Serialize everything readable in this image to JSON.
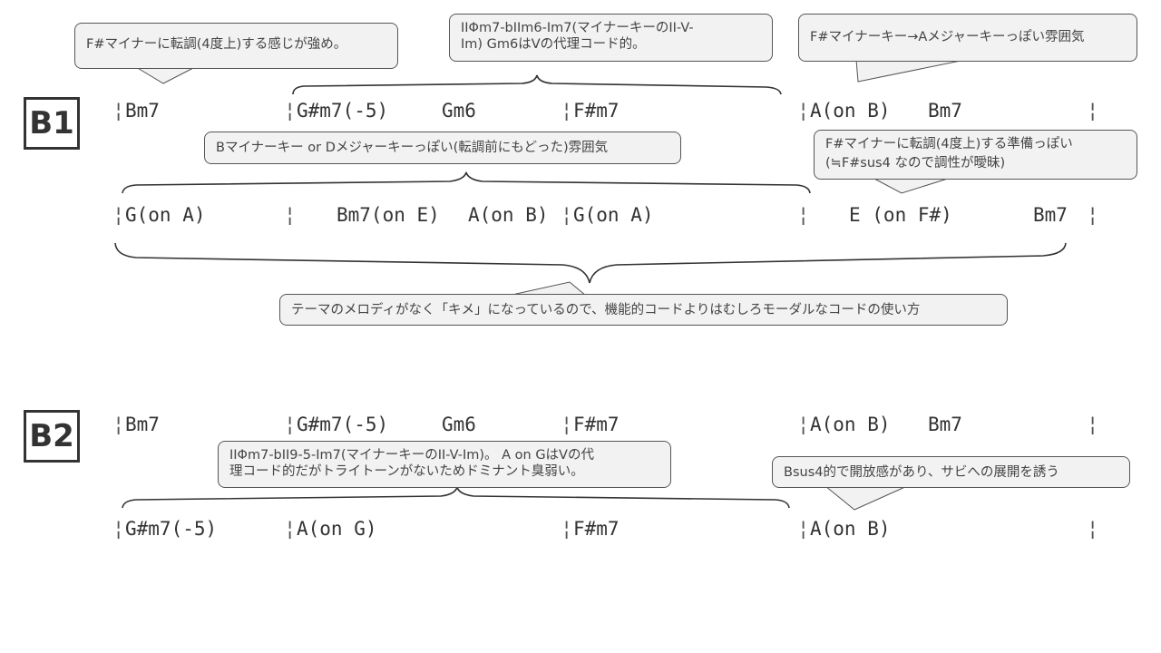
{
  "sections": [
    {
      "label": "B1",
      "rows": [
        {
          "chords": [
            "Bm7",
            "G#m7(-5)",
            "Gm6",
            "F#m7",
            "A(on B)",
            "Bm7"
          ]
        },
        {
          "chords": [
            "G(on A)",
            "Bm7(on E)",
            "A(on B)",
            "G(on A)",
            "E (on F#)",
            "Bm7"
          ]
        }
      ],
      "notes": [
        {
          "lines": [
            "F#マイナーに転調(4度上)する感じが強め。"
          ]
        },
        {
          "lines": [
            "IIΦm7-bIIm6-Im7(マイナーキーのII-V-",
            "Im) Gm6はVの代理コード的。"
          ]
        },
        {
          "lines": [
            "F#マイナーキー→Aメジャーキーっぽい雰囲気"
          ]
        },
        {
          "lines": [
            "Bマイナーキー or Dメジャーキーっぽい(転調前にもどった)雰囲気"
          ]
        },
        {
          "lines": [
            "F#マイナーに転調(4度上)する準備っぽい",
            "(≒F#sus4 なので調性が曖昧)"
          ]
        },
        {
          "lines": [
            "テーマのメロディがなく「キメ」になっているので、機能的コードよりはむしろモーダルなコードの使い方"
          ]
        }
      ]
    },
    {
      "label": "B2",
      "rows": [
        {
          "chords": [
            "Bm7",
            "G#m7(-5)",
            "Gm6",
            "F#m7",
            "A(on B)",
            "Bm7"
          ]
        },
        {
          "chords": [
            "G#m7(-5)",
            "A(on G)",
            "F#m7",
            "A(on B)"
          ]
        }
      ],
      "notes": [
        {
          "lines": [
            "IIΦm7-bII9-5-Im7(マイナーキーのII-V-Im)。 A on GはVの代",
            "理コード的だがトライトーンがないためドミナント臭弱い。"
          ]
        },
        {
          "lines": [
            "Bsus4的で開放感があり、サビへの展開を誘う"
          ]
        }
      ]
    }
  ],
  "barline_glyph": "¦"
}
